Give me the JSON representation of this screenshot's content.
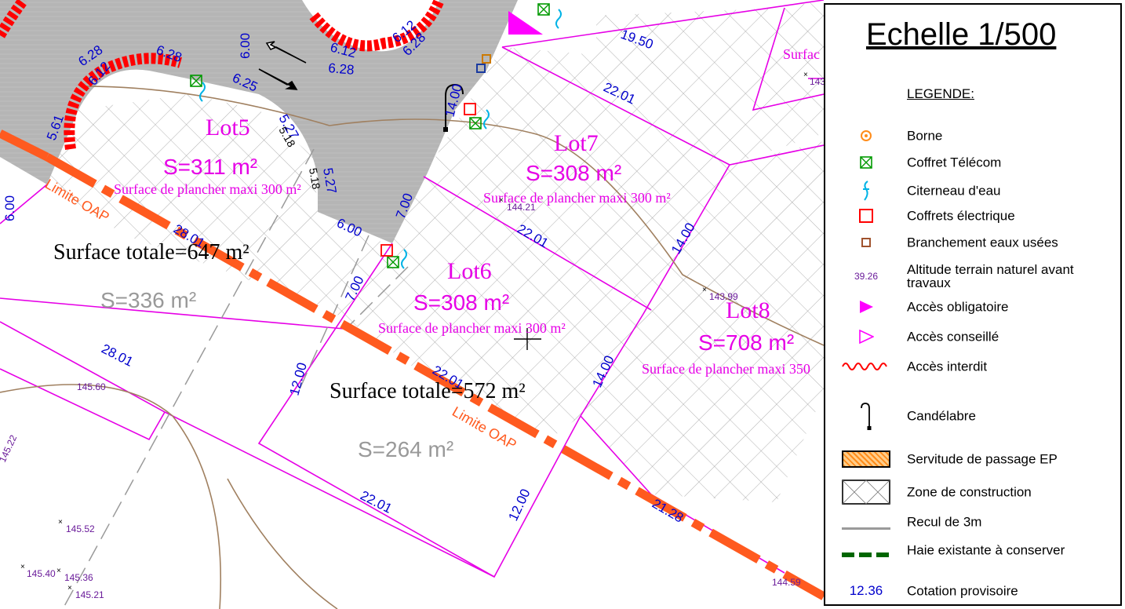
{
  "map": {
    "lots": [
      {
        "name": "Lot5",
        "area": "S=311 m²",
        "floor": "Surface de plancher maxi 300 m²"
      },
      {
        "name": "Lot6",
        "area": "S=308 m²",
        "floor": "Surface de plancher maxi 300 m²"
      },
      {
        "name": "Lot7",
        "area": "S=308 m²",
        "floor": "Surface de plancher maxi 300 m²"
      },
      {
        "name": "Lot8",
        "area": "S=708 m²",
        "floor": "Surface de plancher maxi 350"
      }
    ],
    "lot_left_partial": "Surfac",
    "total_1": "Surface totale=647 m²",
    "total_2": "Surface totale=572 m²",
    "area_gray_1": "S=336 m²",
    "area_gray_2": "S=264 m²",
    "oap_label": "Limite OAP",
    "dimensions": [
      "6.28",
      "6.28",
      "6.12",
      "6.12",
      "6.28",
      "6.28",
      "6.12",
      "6.00",
      "6.25",
      "5.61",
      "5.27",
      "5.18",
      "5.27",
      "5.18",
      "6.00",
      "7.00",
      "7.00",
      "14.00",
      "19.50",
      "22.01",
      "22.01",
      "22.01",
      "28.01",
      "28.01",
      "22.01",
      "12.00",
      "14.00",
      "14.00",
      "12.00",
      "21.28",
      "6.00"
    ],
    "altitudes": [
      "144.21",
      "143.99",
      "145.60",
      "145.52",
      "145.40",
      "145.36",
      "145.21",
      "145.22",
      "144.59",
      "143"
    ]
  },
  "legend": {
    "scale_title": "Echelle 1/500",
    "heading": "LEGENDE:",
    "items": [
      {
        "label": "Borne"
      },
      {
        "label": "Coffret Télécom"
      },
      {
        "label": "Citerneau  d'eau"
      },
      {
        "label": "Coffrets électrique"
      },
      {
        "label": "Branchement eaux usées"
      },
      {
        "label": "Altitude terrain naturel avant travaux",
        "sample": "39.26"
      },
      {
        "label": "Accès obligatoire"
      },
      {
        "label": "Accès conseillé"
      },
      {
        "label": "Accès interdit"
      },
      {
        "label": "Candélabre"
      },
      {
        "label": "Servitude de passage EP"
      },
      {
        "label": "Zone de construction"
      },
      {
        "label": "Recul de 3m"
      },
      {
        "label": "Haie existante  à conserver"
      },
      {
        "label": "Cotation provisoire",
        "sample": "12.36"
      }
    ],
    "colors": {
      "lot_boundary": "#e600e6",
      "dimension": "#0000cc",
      "oap": "#ff5a1f",
      "no_access": "#ff0000",
      "telecom": "#009900",
      "water": "#00b3e6",
      "road": "#b3b3b3"
    }
  }
}
